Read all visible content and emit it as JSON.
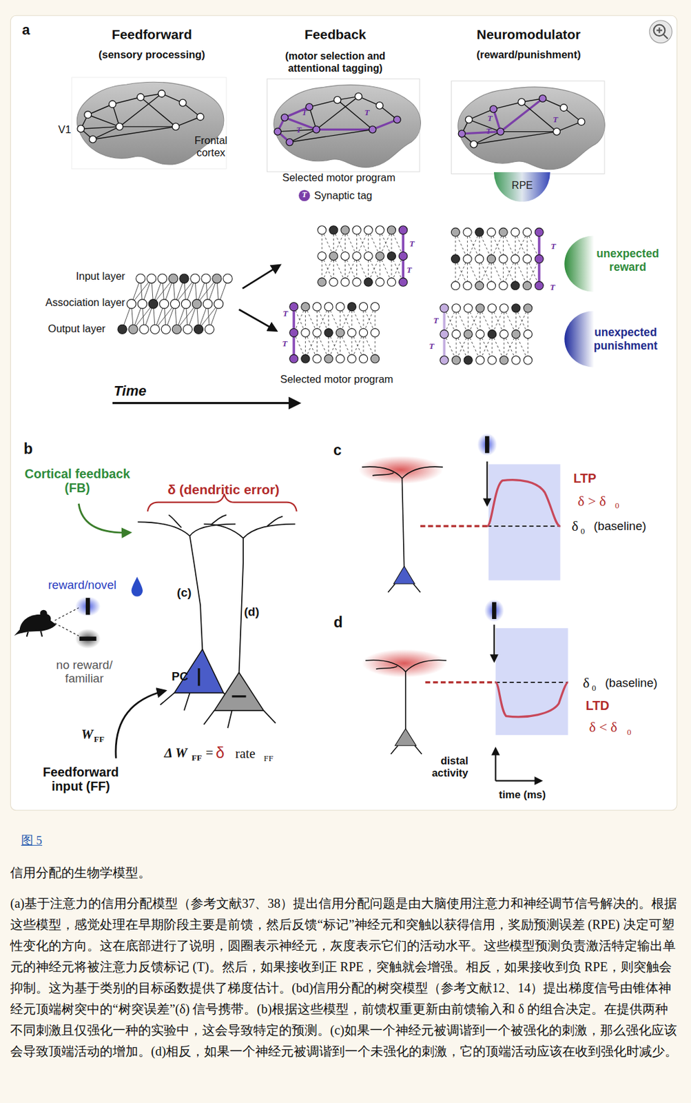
{
  "diagram": {
    "title": "信用分配的生物学模型。",
    "caption": "(a)基于注意力的信用分配模型（参考文献37、38）提出信用分配问题是由大脑使用注意力和神经调节信号解决的。根据这些模型，感觉处理在早期阶段主要是前馈，然后反馈“标记”神经元和突触以获得信用，奖励预测误差 (RPE) 决定可塑性变化的方向。这在底部进行了说明，圆圈表示神经元，灰度表示它们的活动水平。这些模型预测负责激活特定输出单元的神经元将被注意力反馈标记 (T)。然后，如果接收到正 RPE，突触就会增强。相反，如果接收到负 RPE，则突触会抑制。这为基于类别的目标函数提供了梯度估计。(bd)信用分配的树突模型（参考文献12、14）提出梯度信号由锥体神经元顶端树突中的“树突误差”(δ) 信号携带。(b)根据这些模型，前馈权重更新由前馈输入和 δ 的组合决定。在提供两种不同刺激且仅强化一种的实验中，这会导致特定的预测。(c)如果一个神经元被调谐到一个被强化的刺激，那么强化应该会导致顶端活动的增加。(d)相反，如果一个神经元被调谐到一个未强化的刺激，它的顶端活动应该在收到强化时减少。",
    "nodes": [
      {
        "text": [
          "RPE"
        ]
      }
    ],
    "labels": [
      "a",
      "Feedforward",
      "(sensory processing)",
      "Feedback",
      "(motor selection and attentional tagging)",
      "Neuromodulator",
      "(reward/punishment)",
      "V1",
      "Frontal cortex",
      "T",
      "T",
      "T",
      "T",
      "T",
      "T",
      "Selected motor program",
      "T",
      "Input layer",
      "Association layer",
      "Output layer",
      "T",
      "T",
      "T",
      "T",
      "T",
      "T",
      "T",
      "T",
      "unexpected reward",
      "unexpected punishment",
      "Selected motor program",
      "Time",
      "b",
      "Cortical feedback (FB)",
      "δ (dendritic error)",
      "reward/novel",
      "no reward/ familiar",
      "(c)",
      "(d)",
      "PC",
      "W",
      "FF",
      "Δ W",
      "FF",
      "=",
      "δ",
      "rate",
      "FF",
      "Feedforward input (FF)",
      "c",
      "LTP",
      "δ > δ",
      "0",
      "δ",
      "0",
      "(baseline)",
      "d",
      "δ",
      "0",
      "(baseline)",
      "LTD",
      "δ < δ",
      "0",
      "distal activity",
      "time (ms)",
      "图 5"
    ],
    "legend": [
      {
        "text": "Synaptic tag"
      }
    ]
  }
}
